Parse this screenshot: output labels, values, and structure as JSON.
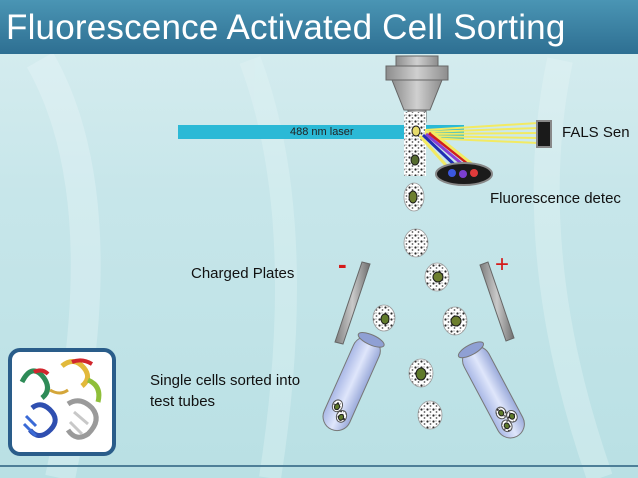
{
  "title": "Fluorescence Activated Cell Sorting",
  "labels": {
    "laser": "488 nm laser",
    "fals_sensor": "FALS Sen",
    "fluorescence_detector": "Fluorescence detec",
    "charged_plates": "Charged Plates",
    "sorted_cells": "Single cells sorted into test tubes",
    "negative_charge": "-",
    "positive_charge": "+"
  },
  "icons": [
    "nozzle-icon",
    "fals-sensor-icon",
    "fluorescence-detector-icon",
    "protein-structure-icon",
    "test-tube-icon",
    "charged-plate-icon"
  ],
  "colors": {
    "title_bar": "#2e6f92",
    "laser": "#2bb9d6",
    "charge_sign": "#d41a1a",
    "tube": "#b9c6ea"
  }
}
